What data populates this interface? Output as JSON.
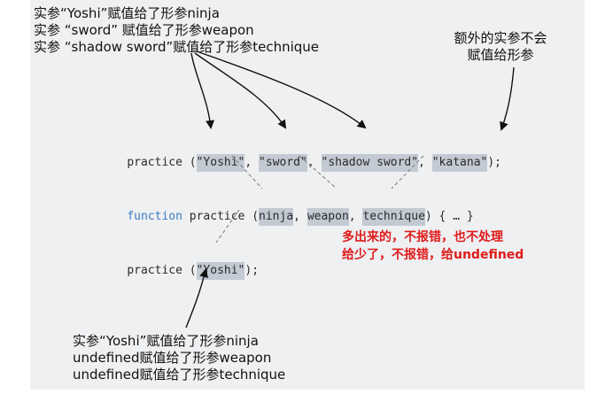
{
  "notes": {
    "top_left": [
      "实参“Yoshi”赋值给了形参ninja",
      "实参 “sword” 赋值给了形参weapon",
      "实参 “shadow sword”赋值给了形参technique"
    ],
    "top_right": [
      "额外的实参不会",
      "赋值给形参"
    ],
    "bottom_left": [
      "实参“Yoshi”赋值给了形参ninja",
      "undefined赋值给了形参weapon",
      "undefined赋值给了形参technique"
    ],
    "red": [
      "多出来的，不报错，也不处理",
      "给少了，不报错，给undefined"
    ]
  },
  "code": {
    "call1": {
      "prefix": "practice (",
      "args": [
        "\"Yoshi\"",
        "\"sword\"",
        "\"shadow sword\"",
        "\"katana\""
      ],
      "sep": ", ",
      "suffix": ");"
    },
    "decl": {
      "keyword": "function",
      "name": " practice (",
      "params": [
        "ninja",
        "weapon",
        "technique"
      ],
      "sep": ", ",
      "suffix": ") { … }"
    },
    "call2": {
      "prefix": "practice (",
      "args": [
        "\"Yoshi\""
      ],
      "suffix": ");"
    }
  },
  "colors": {
    "highlight": "#c3cad3",
    "keyword": "#3b7bc0",
    "red_note": "#e01b1b",
    "panel": "#eef0f2"
  }
}
